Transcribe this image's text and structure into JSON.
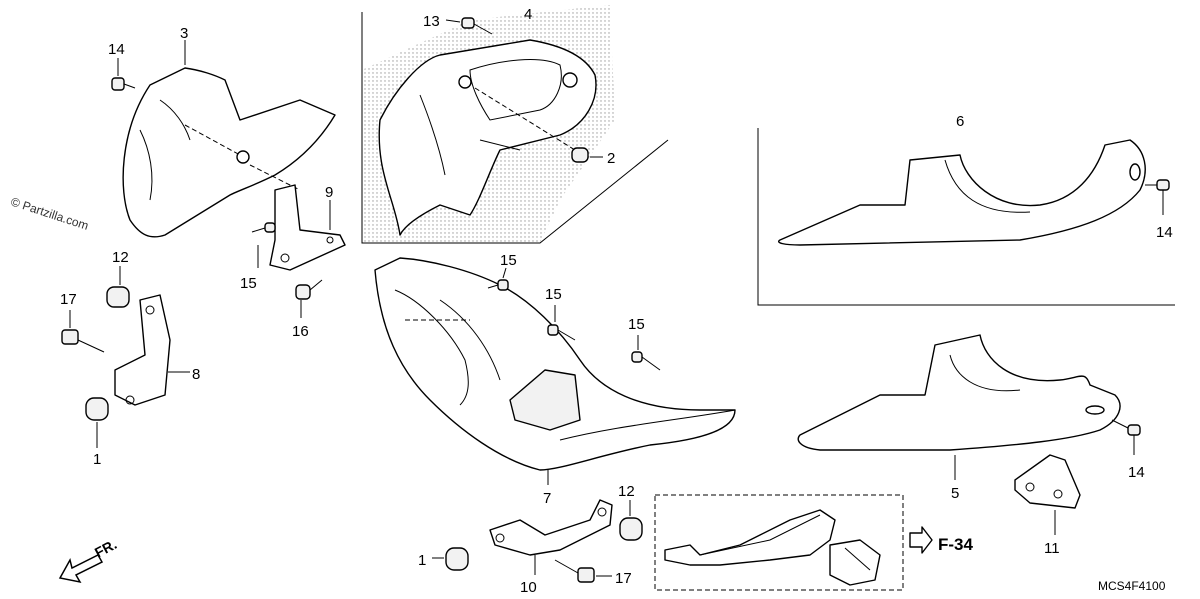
{
  "watermark": "© Partzilla.com",
  "diagram_code": "MCS4F4100",
  "direction_label": "FR.",
  "reference_label": "F-34",
  "callouts": {
    "c1a": "1",
    "c1b": "1",
    "c2": "2",
    "c3": "3",
    "c4": "4",
    "c5": "5",
    "c6": "6",
    "c7": "7",
    "c8": "8",
    "c9": "9",
    "c10": "10",
    "c11": "11",
    "c12a": "12",
    "c12b": "12",
    "c13": "13",
    "c14a": "14",
    "c14b": "14",
    "c14c": "14",
    "c15a": "15",
    "c15b": "15",
    "c15c": "15",
    "c15d": "15",
    "c16": "16",
    "c17a": "17",
    "c17b": "17"
  },
  "colors": {
    "line": "#000000",
    "shade": "#f2f2f2",
    "background": "#ffffff"
  }
}
